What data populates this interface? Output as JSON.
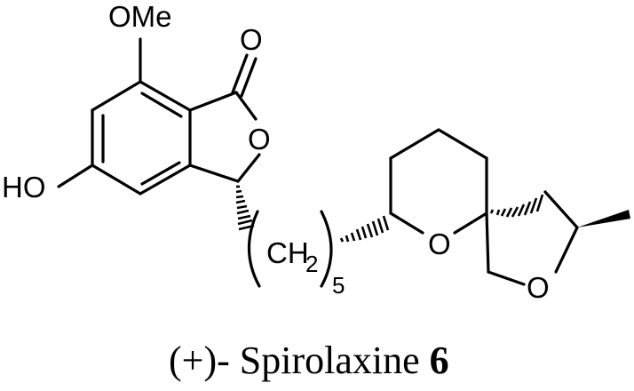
{
  "molecule": {
    "atoms": {
      "methoxy": "OMe",
      "carbonyl_oxygen": "O",
      "lactone_oxygen": "O",
      "hydroxyl": "HO",
      "ch2_main": "CH",
      "ch2_subscript": "2",
      "repeat_count": "5",
      "pyran_oxygen": "O",
      "furan_oxygen": "O"
    },
    "caption": {
      "prefix": "(+)- Spirolaxine ",
      "number": "6"
    }
  }
}
